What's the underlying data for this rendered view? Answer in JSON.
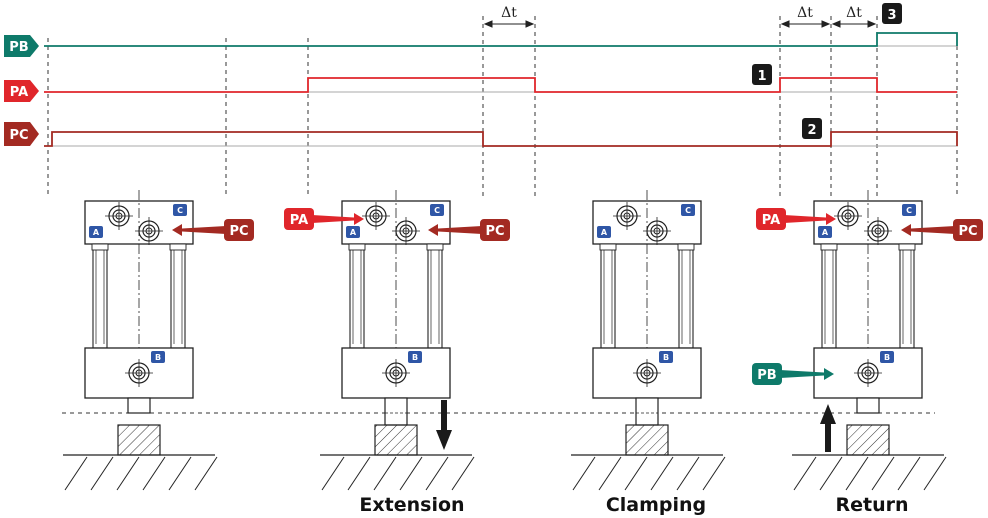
{
  "signals": {
    "pb": {
      "label": "PB",
      "color": "#0e7a6a"
    },
    "pa": {
      "label": "PA",
      "color": "#e0262b"
    },
    "pc": {
      "label": "PC",
      "color": "#a32a22"
    }
  },
  "delta_label": "Δt",
  "markers": [
    "1",
    "2",
    "3"
  ],
  "ports": {
    "a": "A",
    "b": "B",
    "c": "C"
  },
  "captions": {
    "extension": "Extension",
    "clamping": "Clamping",
    "return": "Return"
  }
}
